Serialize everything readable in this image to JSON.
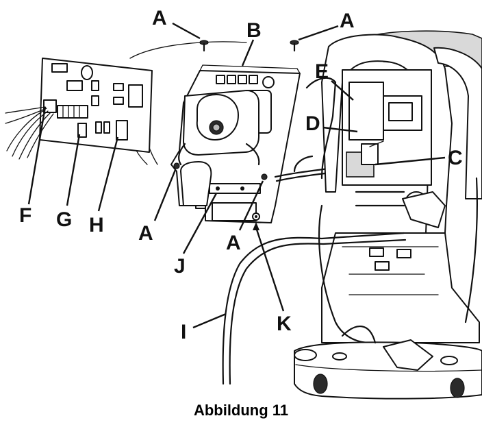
{
  "caption": "Abbildung 11",
  "callouts": {
    "A1": "A",
    "A2": "A",
    "A3": "A",
    "A4": "A",
    "B": "B",
    "C": "C",
    "D": "D",
    "E": "E",
    "F": "F",
    "G": "G",
    "H": "H",
    "I": "I",
    "J": "J",
    "K": "K"
  }
}
